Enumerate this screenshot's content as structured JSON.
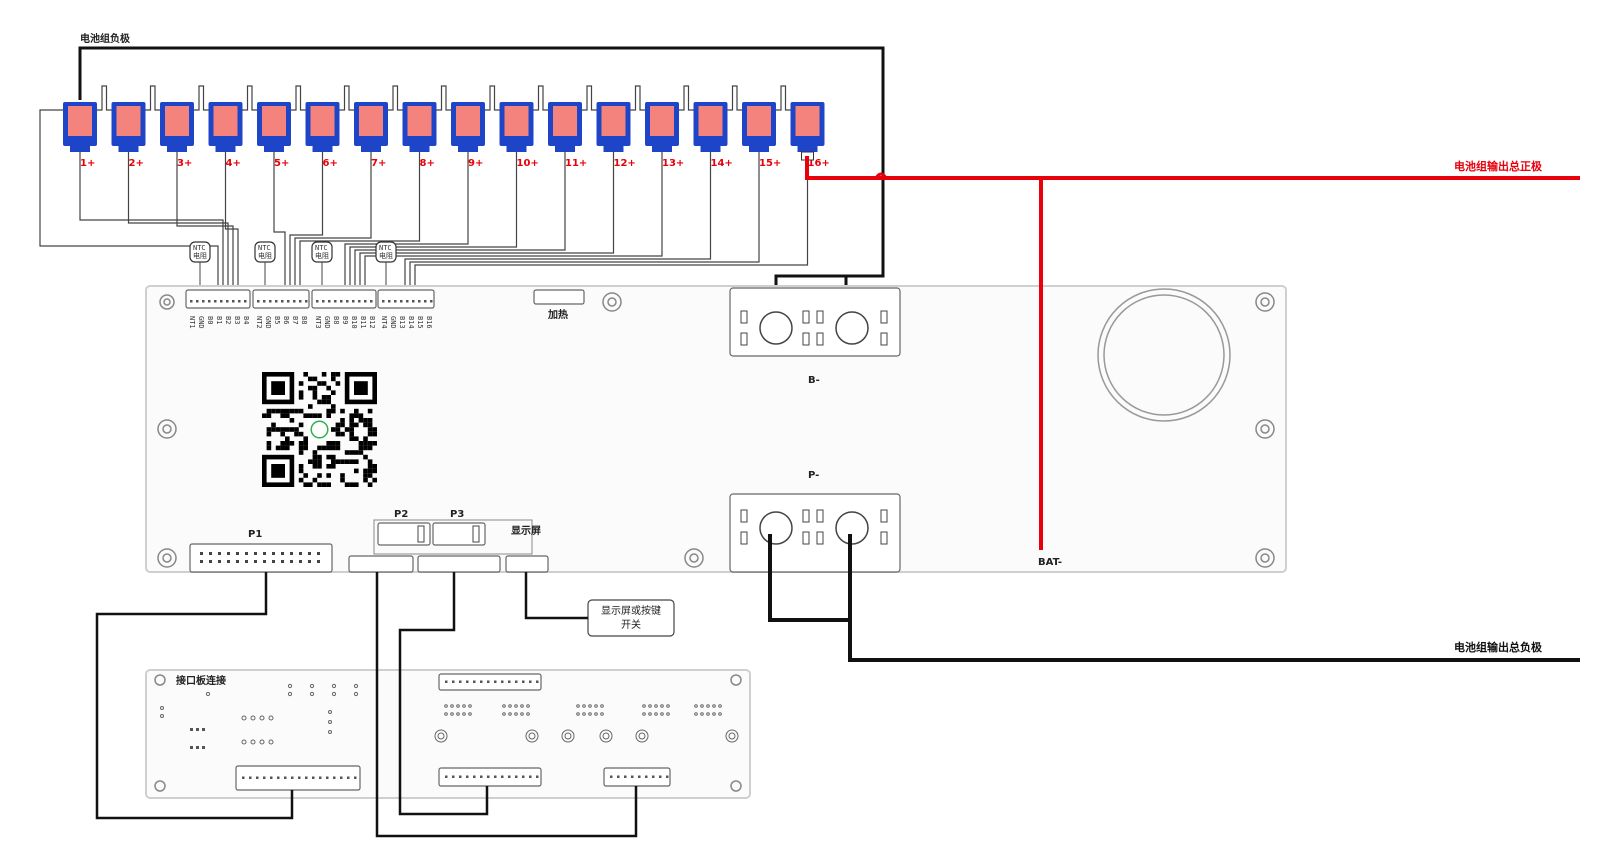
{
  "labels": {
    "pack_negative": "电池组负极",
    "pack_output_positive": "电池组输出总正极",
    "pack_output_negative": "电池组输出总负极",
    "heating": "加热",
    "display": "显示屏",
    "display_or_button_line1": "显示屏或按键",
    "display_or_button_line2": "开关",
    "interface_board": "接口板连接",
    "p1": "P1",
    "p2": "P2",
    "p3": "P3",
    "b_minus": "B-",
    "p_minus": "P-",
    "bat_minus": "BAT-",
    "ntc_line1": "NTC",
    "ntc_line2": "电阻"
  },
  "cells": [
    "1+",
    "2+",
    "3+",
    "4+",
    "5+",
    "6+",
    "7+",
    "8+",
    "9+",
    "10+",
    "11+",
    "12+",
    "13+",
    "14+",
    "15+",
    "16+"
  ],
  "pins": {
    "group1": [
      "NT1",
      "GND",
      "B0",
      "B1",
      "B2",
      "B3",
      "B4"
    ],
    "group2": [
      "NT2",
      "GND",
      "B5",
      "B6",
      "B7",
      "B8"
    ],
    "group3": [
      "NT3",
      "GND",
      "B8",
      "B9",
      "B10",
      "B11",
      "B12"
    ],
    "group4": [
      "NT4",
      "GND",
      "B13",
      "B14",
      "B15",
      "B16"
    ]
  },
  "colors": {
    "positive_wire": "#e8000b",
    "negative_wire": "#111111",
    "cell_fill": "#f4837d",
    "cell_frame": "#1e45c8"
  }
}
